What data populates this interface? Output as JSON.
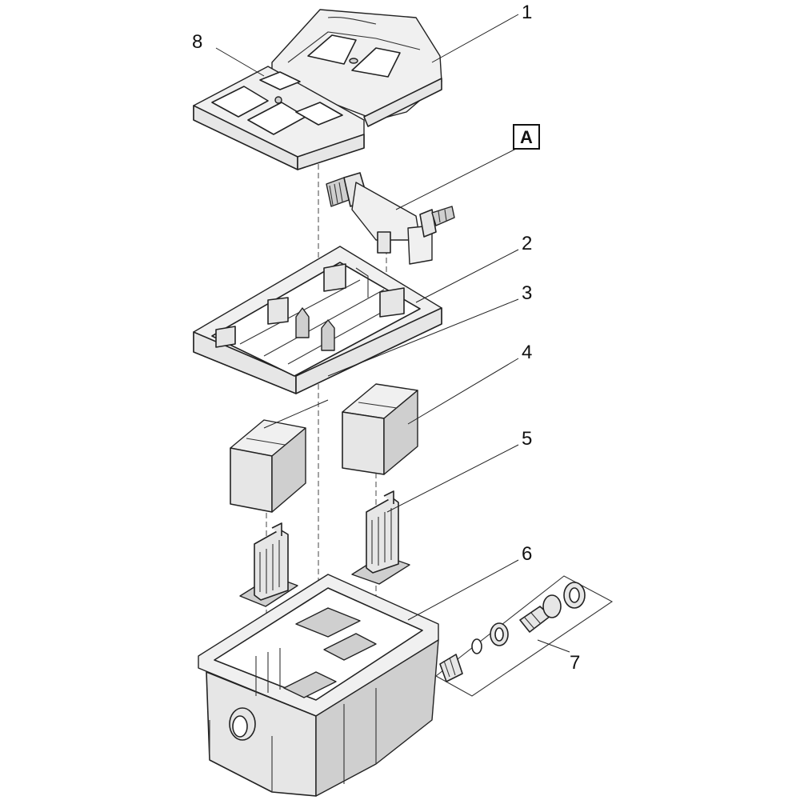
{
  "callouts": [
    {
      "id": "1",
      "label": "1"
    },
    {
      "id": "2",
      "label": "2"
    },
    {
      "id": "3",
      "label": "3"
    },
    {
      "id": "4",
      "label": "4"
    },
    {
      "id": "5",
      "label": "5"
    },
    {
      "id": "6",
      "label": "6"
    },
    {
      "id": "7",
      "label": "7"
    },
    {
      "id": "8",
      "label": "8"
    }
  ],
  "reference_box": {
    "label": "A"
  },
  "colors": {
    "line": "#222222",
    "fill": "#e6e6e6",
    "background": "#ffffff"
  }
}
